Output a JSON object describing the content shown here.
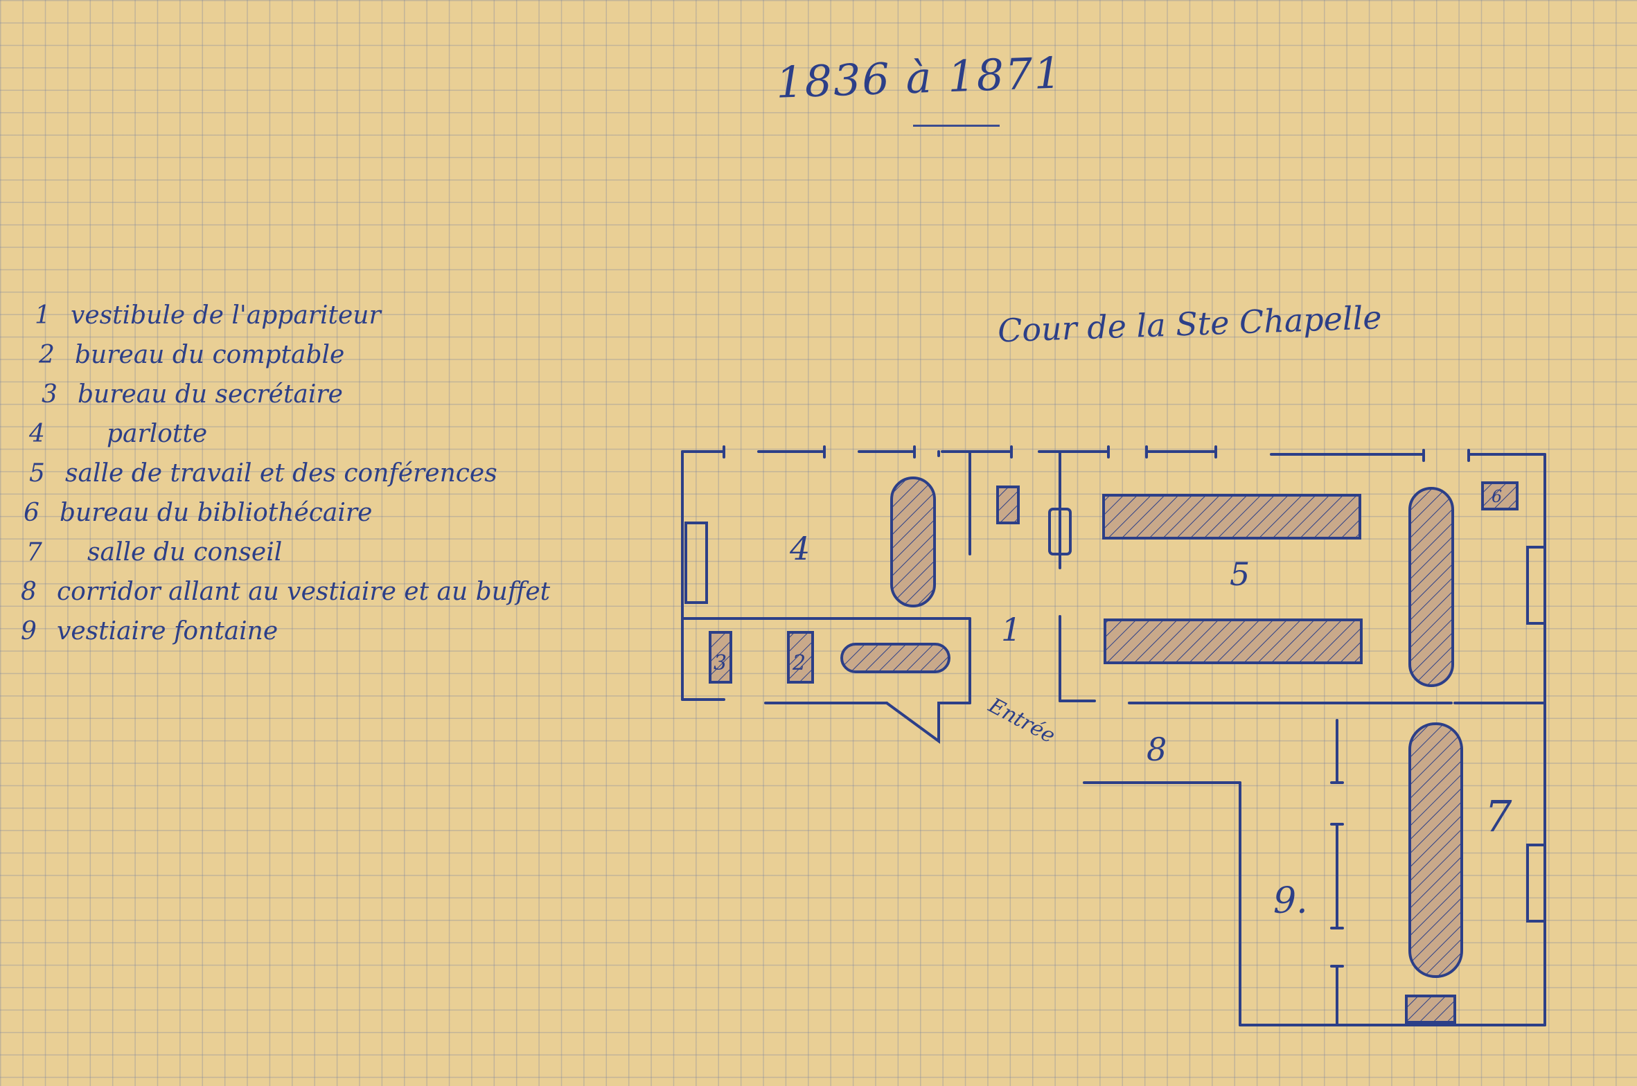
{
  "title": "1836 à 1871",
  "courtyard_label": "Cour de la Ste Chapelle",
  "entrance_label": "Entrée",
  "legend": [
    {
      "num": "1",
      "text": "vestibule de l'appariteur"
    },
    {
      "num": "2",
      "text": "bureau du comptable"
    },
    {
      "num": "3",
      "text": "bureau du secrétaire"
    },
    {
      "num": "4",
      "text": "parlotte"
    },
    {
      "num": "5",
      "text": "salle de travail et des conférences"
    },
    {
      "num": "6",
      "text": "bureau du bibliothécaire"
    },
    {
      "num": "7",
      "text": "salle du conseil"
    },
    {
      "num": "8",
      "text": "corridor allant au vestiaire et au buffet"
    },
    {
      "num": "9",
      "text": "vestiaire fontaine"
    }
  ],
  "rooms": [
    {
      "num": "1"
    },
    {
      "num": "2"
    },
    {
      "num": "3"
    },
    {
      "num": "4"
    },
    {
      "num": "5"
    },
    {
      "num": "6"
    },
    {
      "num": "7"
    },
    {
      "num": "8"
    },
    {
      "num": "9."
    }
  ],
  "colors": {
    "ink": "#2c3f88",
    "paper": "#e9cf95",
    "grid": "#7882a0",
    "hatch": "#c9a98a"
  }
}
